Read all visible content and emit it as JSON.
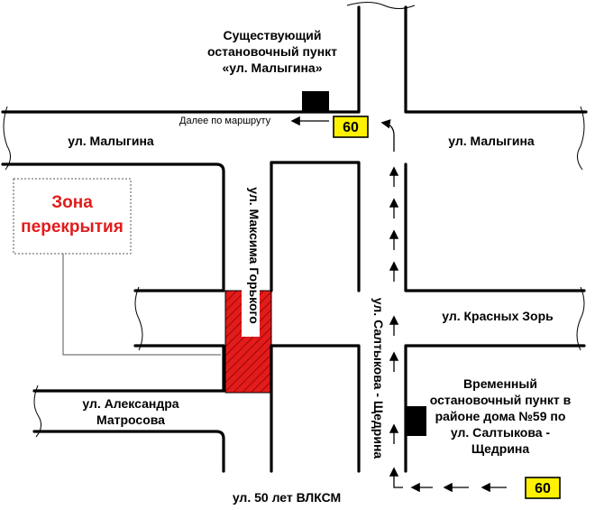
{
  "streets": {
    "malygina_left": "ул. Малыгина",
    "malygina_right": "ул. Малыгина",
    "maxim_gorky": "ул. Максима Горького",
    "saltykov": "ул. Салтыкова - Щедрина",
    "krasnykh_zor": "ул. Красных Зорь",
    "matrosova_line1": "ул. Александра",
    "matrosova_line2": "Матросова",
    "vlksm": "ул. 50 лет ВЛКСМ"
  },
  "existing_stop": {
    "line1": "Существующий",
    "line2": "остановочный пункт",
    "line3": "«ул. Малыгина»"
  },
  "temporary_stop": {
    "line1": "Временный",
    "line2": "остановочный пункт в",
    "line3": "районе дома №59 по",
    "line4": "ул. Салтыкова -",
    "line5": "Щедрина"
  },
  "route": {
    "further_label": "Далее по маршруту",
    "number_top": "60",
    "number_bottom": "60",
    "badge_color": "#fff200"
  },
  "zone": {
    "line1": "Зона",
    "line2": "перекрытия",
    "hatch_color": "#e21b1b"
  }
}
